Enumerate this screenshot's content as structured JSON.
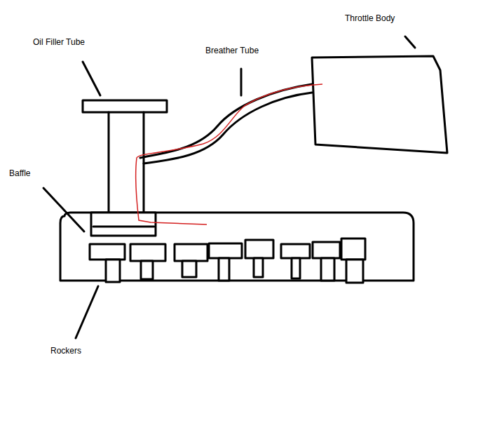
{
  "diagram": {
    "labels": [
      "Oil Filler Tube",
      "Breather Tube",
      "Throttle Body",
      "Baffle",
      "Rockers"
    ]
  }
}
